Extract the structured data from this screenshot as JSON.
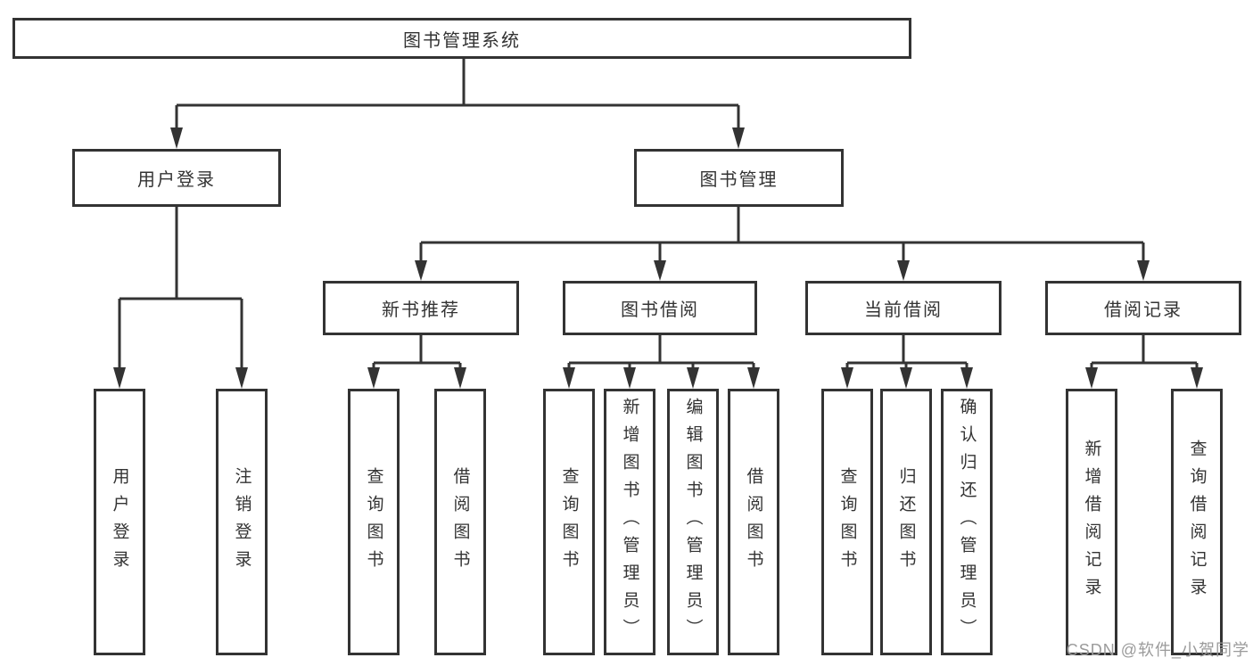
{
  "tree": {
    "root": {
      "label": "图书管理系统",
      "children": [
        {
          "label": "用户登录",
          "children": [
            {
              "label": "用户登录"
            },
            {
              "label": "注销登录"
            }
          ]
        },
        {
          "label": "图书管理",
          "children": [
            {
              "label": "新书推荐",
              "children": [
                {
                  "label": "查询图书"
                },
                {
                  "label": "借阅图书"
                }
              ]
            },
            {
              "label": "图书借阅",
              "children": [
                {
                  "label": "查询图书"
                },
                {
                  "label": "新增图书（管理员）"
                },
                {
                  "label": "编辑图书（管理员）"
                },
                {
                  "label": "借阅图书"
                }
              ]
            },
            {
              "label": "当前借阅",
              "children": [
                {
                  "label": "查询图书"
                },
                {
                  "label": "归还图书"
                },
                {
                  "label": "确认归还（管理员）"
                }
              ]
            },
            {
              "label": "借阅记录",
              "children": [
                {
                  "label": "新增借阅记录"
                },
                {
                  "label": "查询借阅记录"
                }
              ]
            }
          ]
        }
      ]
    }
  },
  "watermark": {
    "text": "CSDN @软件_小贺同学"
  },
  "colors": {
    "line": "#333333",
    "box_border": "#333333",
    "text": "#333333",
    "watermark": "#9b9b9b",
    "background": "#ffffff"
  }
}
